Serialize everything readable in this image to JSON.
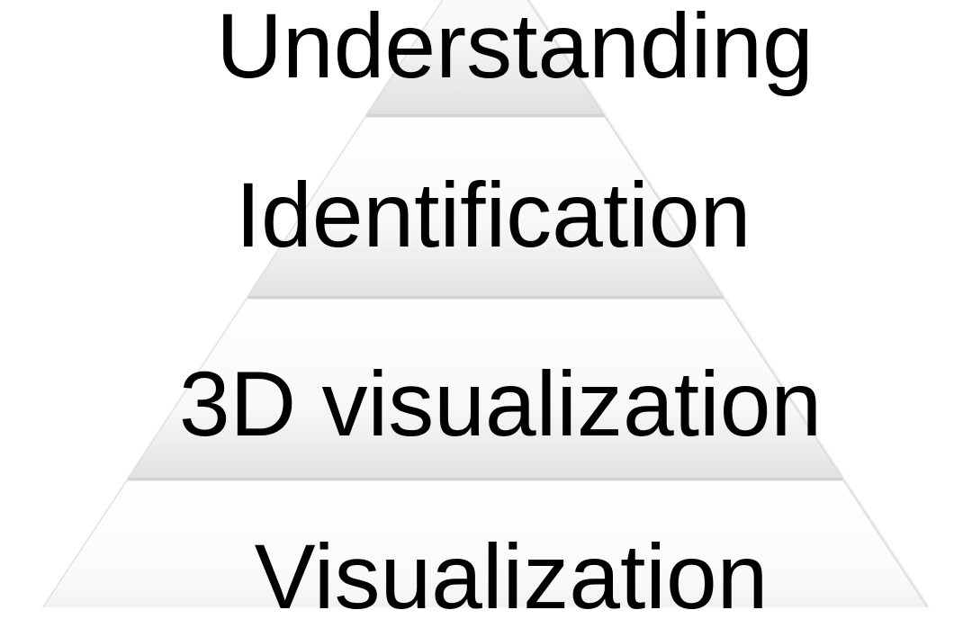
{
  "diagram": {
    "type": "pyramid",
    "tiers": [
      {
        "label": "Understanding",
        "level": "top"
      },
      {
        "label": "Identification",
        "level": "second"
      },
      {
        "label": "3D visualization",
        "level": "third"
      },
      {
        "label": "Visualization",
        "level": "base"
      }
    ],
    "colors": {
      "tier_top": "#ffffff",
      "tier_bottom": "#e2e2e2",
      "tier_edge": "#d4d4d4",
      "text": "#000000",
      "background": "#ffffff"
    }
  }
}
